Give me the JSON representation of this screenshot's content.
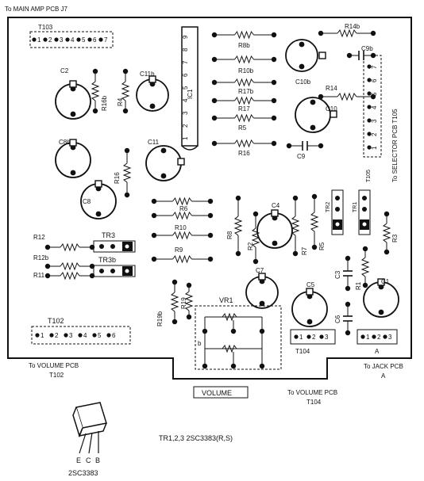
{
  "header_label": "To MAIN AMP PCB J7",
  "connectors": {
    "t103": {
      "name": "T103",
      "pins": [
        "1",
        "2",
        "3",
        "4",
        "5",
        "6",
        "7"
      ]
    },
    "t102": {
      "name": "T102",
      "pins": [
        "1",
        "2",
        "3",
        "4",
        "5",
        "6"
      ]
    },
    "t104": {
      "name": "T104",
      "pins": [
        "1",
        "2",
        "3"
      ]
    },
    "t105": {
      "name": "T105",
      "pins": [
        "1",
        "2",
        "3",
        "4",
        "5",
        "6",
        "7"
      ]
    },
    "a": {
      "name": "A",
      "pins": [
        "1",
        "2",
        "3"
      ]
    }
  },
  "ic": {
    "name": "IC1",
    "pins": [
      "1",
      "2",
      "3",
      "4",
      "5",
      "6",
      "7",
      "8",
      "9"
    ]
  },
  "resistors": {
    "r8b": "R8b",
    "r10b": "R10b",
    "r17b": "R17b",
    "r17": "R17",
    "r5": "R5",
    "r16": "R16",
    "r14b": "R14b",
    "r14": "R14",
    "r16b": "R16b",
    "r4": "R4",
    "r16v": "R16",
    "r6": "R6",
    "r10": "R10",
    "r9": "R9",
    "r12": "R12",
    "r12b": "R12b",
    "r11": "R11",
    "r8": "R8",
    "r2": "R2",
    "r7": "R7",
    "r5b": "R5",
    "r3": "R3",
    "r19b": "R19b",
    "r19": "R19",
    "r1": "R1"
  },
  "capacitors": {
    "c2": "C2",
    "c11b": "C11b",
    "c8b": "C8b",
    "c8": "C8",
    "c11": "C11",
    "c10b": "C10b",
    "c10": "C10",
    "c9": "C9",
    "c9b": "C9b",
    "c4": "C4",
    "c7": "C7",
    "c5": "C5",
    "c1": "C1",
    "c3": "C3",
    "c6": "C6"
  },
  "transistors": {
    "tr3": "TR3",
    "tr3b": "TR3b",
    "tr2": "TR2",
    "tr1": "TR1"
  },
  "vr": {
    "name": "VR1",
    "tag": "b"
  },
  "labels": {
    "to_selector": "To SELECTOR PCB T105",
    "to_volume_left_1": "To VOLUME PCB",
    "to_volume_left_2": "T102",
    "volume": "VOLUME",
    "to_volume_right_1": "To VOLUME PCB",
    "to_volume_right_2": "T104",
    "to_jack_1": "To JACK PCB",
    "to_jack_2": "A",
    "tr_note": "TR1,2,3    2SC3383(R,S)",
    "pin_e": "E",
    "pin_c": "C",
    "pin_b": "B",
    "part_no": "2SC3383"
  }
}
